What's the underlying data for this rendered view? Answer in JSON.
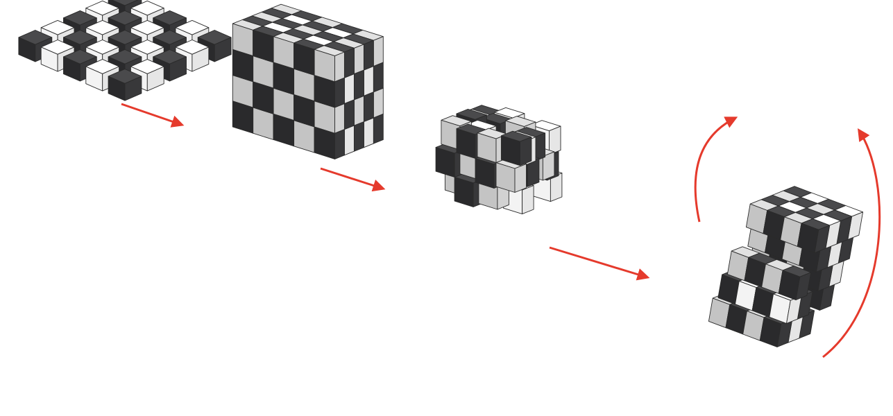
{
  "figure": {
    "description_visible_text": "",
    "stages": [
      {
        "id": "stage-1",
        "state": "flat-layers-spread"
      },
      {
        "id": "stage-2",
        "state": "assembled-cube"
      },
      {
        "id": "stage-3",
        "state": "shuffled-cube"
      },
      {
        "id": "stage-4",
        "state": "twisted-shuffled-cube"
      }
    ],
    "arrows": [
      {
        "id": "arrow-1-2",
        "from": "stage-1",
        "to": "stage-2"
      },
      {
        "id": "arrow-2-3",
        "from": "stage-2",
        "to": "stage-3"
      },
      {
        "id": "arrow-3-4",
        "from": "stage-3",
        "to": "stage-4"
      }
    ],
    "rotation_arrows": [
      {
        "id": "rotate-arrow-left"
      },
      {
        "id": "rotate-arrow-right"
      }
    ]
  },
  "colors": {
    "dark_top": "#4a4a4c",
    "dark_left": "#2a2a2c",
    "dark_right": "#38383a",
    "gray_top": "#e2e2e2",
    "gray_left": "#c4c4c4",
    "gray_right": "#d2d2d2",
    "white_top": "#ffffff",
    "white_left": "#f3f3f3",
    "white_right": "#e6e6e6",
    "arrow": "#e53a2c",
    "edge": "#2a2a2a"
  }
}
